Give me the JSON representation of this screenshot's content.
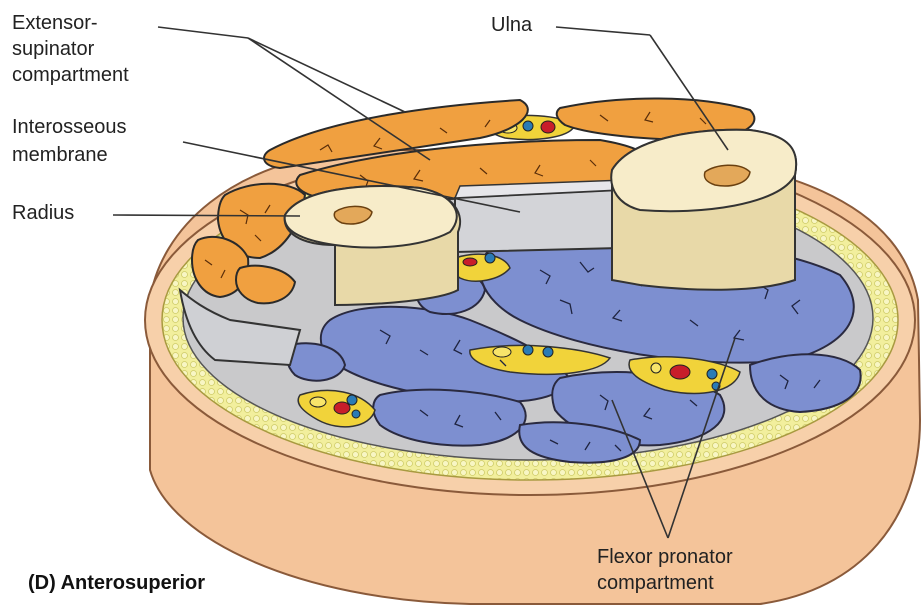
{
  "figure": {
    "caption": "(D) Anterosuperior",
    "labels": {
      "extensor_line1": "Extensor-",
      "extensor_line2": "supinator",
      "extensor_line3": "compartment",
      "interosseous_line1": "Interosseous",
      "interosseous_line2": "membrane",
      "radius": "Radius",
      "ulna": "Ulna",
      "flexor_line1": "Flexor pronator",
      "flexor_line2": "compartment"
    }
  },
  "colors": {
    "skin": "#f4c49a",
    "fat": "#eae88a",
    "fascia": "#c9c9cb",
    "flexor_muscle": "#7d8fd0",
    "extensor_muscle": "#f0a040",
    "bone_cortex": "#f3e6bd",
    "bone_marrow": "#e3a85a",
    "membrane": "#d3d4d8",
    "artery": "#c81e2a",
    "vein": "#2a7bb5",
    "nerve": "#f1d33a"
  }
}
